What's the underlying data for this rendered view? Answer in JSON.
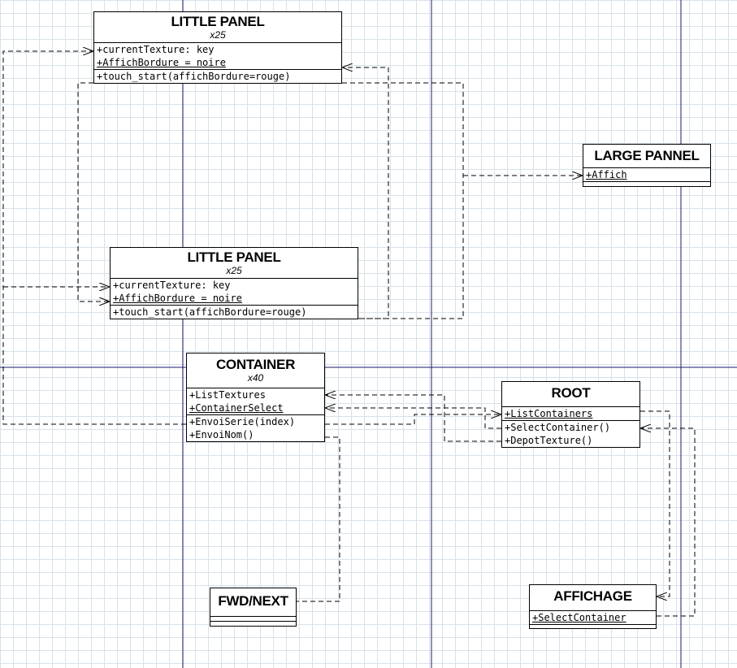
{
  "colors": {
    "swimlane": "#1b1b6e",
    "connector": "#000000",
    "grid": "#d8e2ea"
  },
  "classes": {
    "little_panel_top": {
      "name": "LITTLE PANEL",
      "mult": "x25",
      "sections": [
        [
          {
            "text": "+currentTexture: key",
            "ul": false
          },
          {
            "text": "+AffichBordure = noire",
            "ul": true
          }
        ],
        [
          {
            "text": "+touch_start(affichBordure=rouge)",
            "ul": false
          }
        ]
      ]
    },
    "little_panel_mid": {
      "name": "LITTLE PANEL",
      "mult": "x25",
      "sections": [
        [
          {
            "text": "+currentTexture: key",
            "ul": false
          },
          {
            "text": "+AffichBordure = noire",
            "ul": true
          }
        ],
        [
          {
            "text": "+touch_start(affichBordure=rouge)",
            "ul": false
          }
        ]
      ]
    },
    "large_pannel": {
      "name": "LARGE PANNEL",
      "mult": "",
      "sections": [
        [
          {
            "text": "+Affich",
            "ul": true
          }
        ],
        []
      ]
    },
    "container": {
      "name": "CONTAINER",
      "mult": "x40",
      "sections": [
        [
          {
            "text": "+ListTextures",
            "ul": false
          },
          {
            "text": "+ContainerSelect",
            "ul": true
          }
        ],
        [
          {
            "text": "+EnvoiSerie(index)",
            "ul": false
          },
          {
            "text": "+EnvoiNom()",
            "ul": false
          }
        ]
      ]
    },
    "root": {
      "name": "ROOT",
      "mult": "",
      "sections": [
        [
          {
            "text": "+ListContainers",
            "ul": true
          }
        ],
        [
          {
            "text": "+SelectContainer()",
            "ul": false
          },
          {
            "text": "+DepotTexture()",
            "ul": false
          }
        ]
      ]
    },
    "fwd_next": {
      "name": "FWD/NEXT",
      "mult": "",
      "sections": [
        [],
        []
      ]
    },
    "affichage": {
      "name": "AFFICHAGE",
      "mult": "",
      "sections": [
        [
          {
            "text": "+SelectContainer",
            "ul": true
          }
        ],
        []
      ]
    }
  }
}
